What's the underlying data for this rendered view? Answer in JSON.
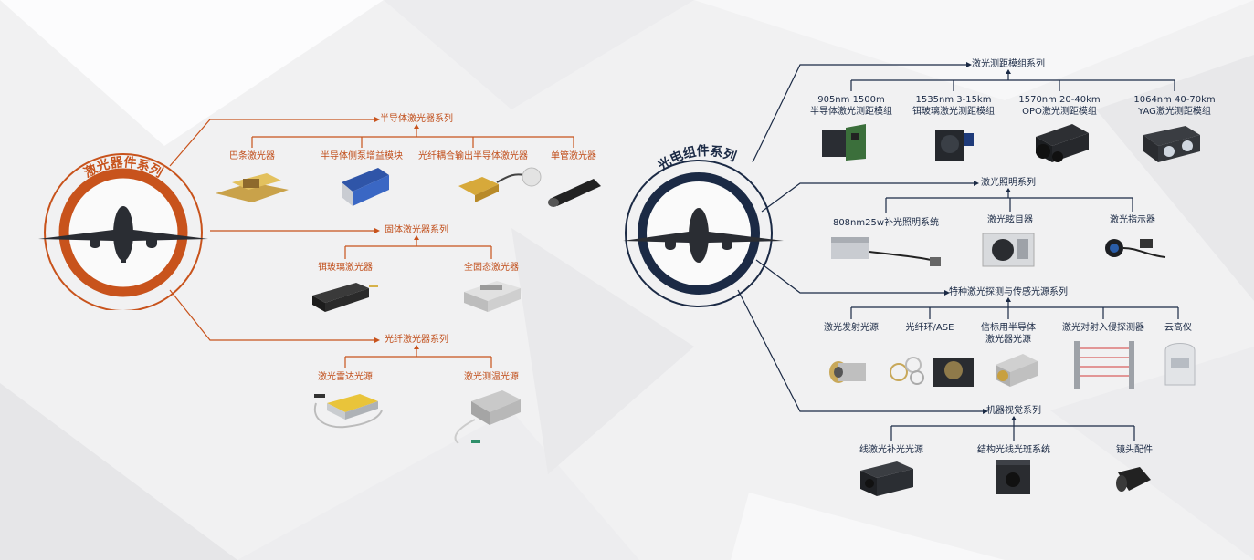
{
  "colors": {
    "accent_orange": "#c8531c",
    "accent_navy": "#1b2a45",
    "background": "#f1f1f2"
  },
  "left_hub": {
    "title": "激光器件系列",
    "branches": [
      {
        "title": "半导体激光器系列",
        "items": [
          "巴条激光器",
          "半导体侧泵增益模块",
          "光纤耦合输出半导体激光器",
          "单管激光器"
        ]
      },
      {
        "title": "固体激光器系列",
        "items": [
          "铒玻璃激光器",
          "全固态激光器"
        ]
      },
      {
        "title": "光纤激光器系列",
        "items": [
          "激光雷达光源",
          "激光测温光源"
        ]
      }
    ]
  },
  "right_hub": {
    "title": "光电组件系列",
    "branches": [
      {
        "title": "激光测距模组系列",
        "items": [
          {
            "line1": "905nm 1500m",
            "line2": "半导体激光测距模组"
          },
          {
            "line1": "1535nm 3-15km",
            "line2": "铒玻璃激光测距模组"
          },
          {
            "line1": "1570nm 20-40km",
            "line2": "OPO激光测距模组"
          },
          {
            "line1": "1064nm 40-70km",
            "line2": "YAG激光测距模组"
          }
        ]
      },
      {
        "title": "激光照明系列",
        "items": [
          "808nm25w补光照明系统",
          "激光眩目器",
          "激光指示器"
        ]
      },
      {
        "title": "特种激光探测与传感光源系列",
        "items": [
          {
            "line1": "激光发射光源"
          },
          {
            "line1": "光纤环/ASE"
          },
          {
            "line1": "信标用半导体",
            "line2": "激光器光源"
          },
          {
            "line1": "激光对射入侵探测器"
          },
          {
            "line1": "云高仪"
          }
        ]
      },
      {
        "title": "机器视觉系列",
        "items": [
          "线激光补光光源",
          "结构光线光斑系统",
          "镜头配件"
        ]
      }
    ]
  }
}
